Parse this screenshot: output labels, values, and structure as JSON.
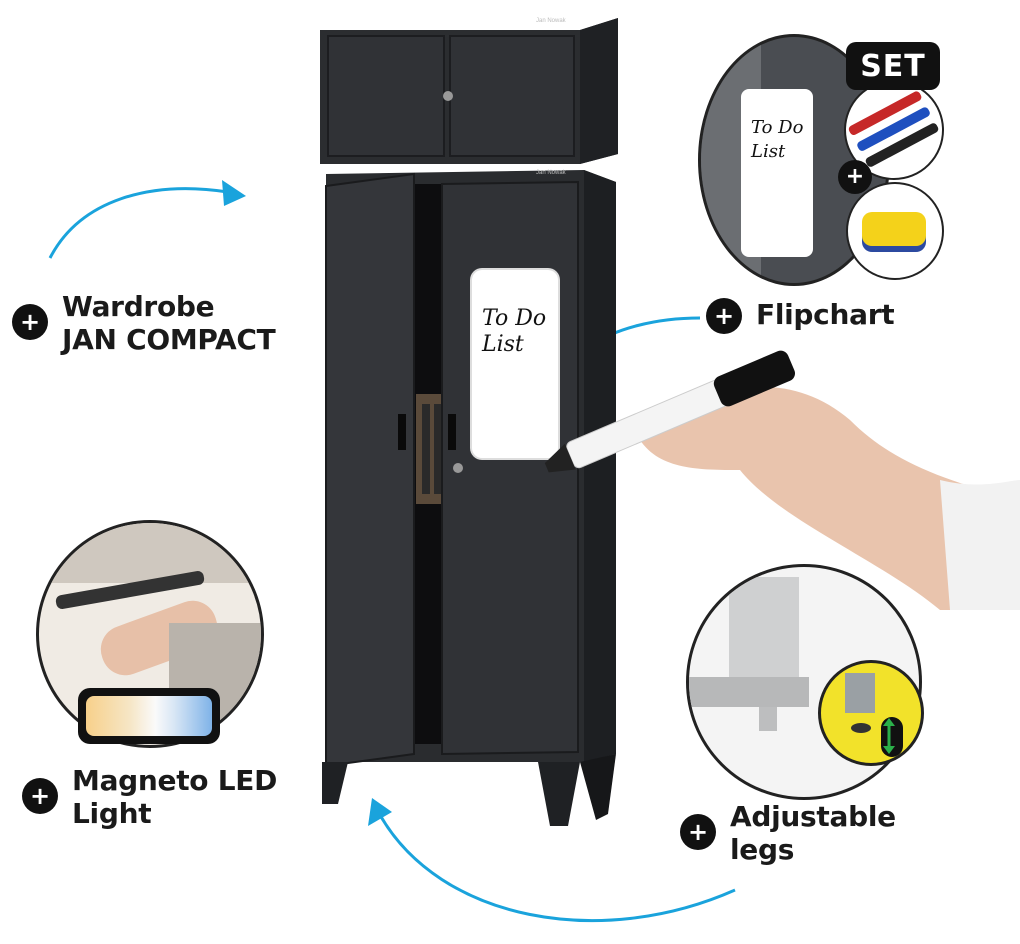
{
  "features": {
    "wardrobe": {
      "line1": "Wardrobe",
      "line2": "JAN COMPACT"
    },
    "flipchart": {
      "label": "Flipchart"
    },
    "led": {
      "line1": "Magneto LED",
      "line2": "Light"
    },
    "legs": {
      "line1": "Adjustable",
      "line2": "legs"
    }
  },
  "plus_symbol": "+",
  "board": {
    "line1": "To Do",
    "line2": "List"
  },
  "inset_board": {
    "line1": "To Do",
    "line2": "List"
  },
  "set_badge": "SET",
  "brand_tag": "Jan Nowak",
  "colors": {
    "accent_arrow": "#1aa3dc",
    "cabinet": "#2b2d30",
    "badge": "#111111"
  }
}
